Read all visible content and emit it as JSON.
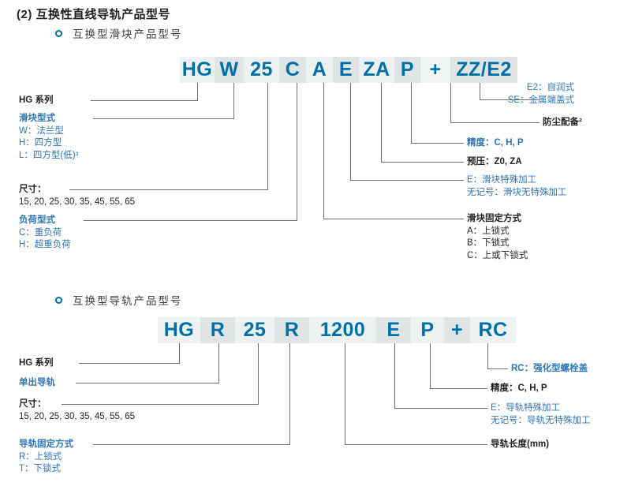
{
  "document": {
    "section_number": "(2)",
    "section_title": "互换性直线导轨产品型号"
  },
  "block1": {
    "bullet_title": "互换型滑块产品型号",
    "code_cells": [
      {
        "text": "HG",
        "width": 44,
        "shade": "light"
      },
      {
        "text": "W",
        "width": 37,
        "shade": "dark"
      },
      {
        "text": "25",
        "width": 45,
        "shade": "light"
      },
      {
        "text": "C",
        "width": 34,
        "shade": "dark"
      },
      {
        "text": "A",
        "width": 34,
        "shade": "light"
      },
      {
        "text": "E",
        "width": 33,
        "shade": "dark"
      },
      {
        "text": "ZA",
        "width": 45,
        "shade": "light"
      },
      {
        "text": "P",
        "width": 33,
        "shade": "dark"
      },
      {
        "text": "+",
        "width": 38,
        "shade": "plain"
      },
      {
        "text": "ZZ/E2",
        "width": 85,
        "shade": "dark"
      }
    ],
    "left_annotations": [
      {
        "lines": [
          {
            "text": "HG 系列",
            "style": "dark-bold"
          }
        ]
      },
      {
        "lines": [
          {
            "text": "滑块型式",
            "style": "blue-bold"
          },
          {
            "text": "W：法兰型",
            "style": "blue"
          },
          {
            "text": "H：四方型",
            "style": "blue"
          },
          {
            "text": "L：四方型(低)³",
            "style": "blue"
          }
        ]
      },
      {
        "lines": [
          {
            "text": "尺寸：",
            "style": "dark-bold"
          },
          {
            "text": "15, 20, 25, 30, 35, 45, 55, 65",
            "style": "dark"
          }
        ]
      },
      {
        "lines": [
          {
            "text": "负荷型式",
            "style": "blue-bold"
          },
          {
            "text": "C：重负荷",
            "style": "blue"
          },
          {
            "text": "H：超重负荷",
            "style": "blue"
          }
        ]
      }
    ],
    "right_annotations": [
      {
        "lines": [
          {
            "text": "E2：自润式",
            "style": "blue"
          },
          {
            "text": "SE：金属端盖式",
            "style": "blue"
          }
        ]
      },
      {
        "lines": [
          {
            "text": "防尘配备²",
            "style": "dark-bold"
          }
        ]
      },
      {
        "lines": [
          {
            "text": "精度：C, H, P",
            "style": "blue-bold"
          }
        ]
      },
      {
        "lines": [
          {
            "text": "预压：Z0, ZA",
            "style": "dark-bold"
          }
        ]
      },
      {
        "lines": [
          {
            "text": "E：滑块特殊加工",
            "style": "blue"
          },
          {
            "text": "无记号：滑块无特殊加工",
            "style": "blue"
          }
        ]
      },
      {
        "lines": [
          {
            "text": "滑块固定方式",
            "style": "dark-bold"
          },
          {
            "text": "A：上锁式",
            "style": "dark"
          },
          {
            "text": "B：下锁式",
            "style": "dark"
          },
          {
            "text": "C：上或下锁式",
            "style": "dark"
          }
        ]
      }
    ]
  },
  "block2": {
    "bullet_title": "互换型导轨产品型号",
    "code_cells": [
      {
        "text": "HG",
        "width": 54,
        "shade": "light"
      },
      {
        "text": "R",
        "width": 44,
        "shade": "dark"
      },
      {
        "text": "25",
        "width": 50,
        "shade": "light"
      },
      {
        "text": "R",
        "width": 44,
        "shade": "dark"
      },
      {
        "text": "1200",
        "width": 85,
        "shade": "light"
      },
      {
        "text": "E",
        "width": 44,
        "shade": "dark"
      },
      {
        "text": "P",
        "width": 42,
        "shade": "light"
      },
      {
        "text": "+",
        "width": 33,
        "shade": "dark"
      },
      {
        "text": "RC",
        "width": 58,
        "shade": "light"
      }
    ],
    "left_annotations": [
      {
        "lines": [
          {
            "text": "HG 系列",
            "style": "dark-bold"
          }
        ]
      },
      {
        "lines": [
          {
            "text": "单出导轨",
            "style": "blue-bold"
          }
        ]
      },
      {
        "lines": [
          {
            "text": "尺寸：",
            "style": "dark-bold"
          },
          {
            "text": "15, 20, 25, 30, 35, 45, 55, 65",
            "style": "dark"
          }
        ]
      },
      {
        "lines": [
          {
            "text": "导轨固定方式",
            "style": "blue-bold"
          },
          {
            "text": "R：上锁式",
            "style": "blue"
          },
          {
            "text": "T：下锁式",
            "style": "blue"
          }
        ]
      }
    ],
    "right_annotations": [
      {
        "lines": [
          {
            "text": "RC：强化型螺栓盖",
            "style": "blue-bold"
          }
        ]
      },
      {
        "lines": [
          {
            "text": "精度：C, H, P",
            "style": "dark-bold"
          }
        ]
      },
      {
        "lines": [
          {
            "text": "E：导轨特殊加工",
            "style": "blue"
          },
          {
            "text": "无记号：导轨无特殊加工",
            "style": "blue"
          }
        ]
      },
      {
        "lines": [
          {
            "text": "导轨长度(mm)",
            "style": "dark-bold"
          }
        ]
      }
    ]
  },
  "colors": {
    "accent_blue": "#0071a8",
    "text_blue": "#2e75b6",
    "dark": "#231f20",
    "cell_light": "#eef1f2",
    "cell_dark": "#e0e4e5",
    "line": "#6f6f6f"
  }
}
